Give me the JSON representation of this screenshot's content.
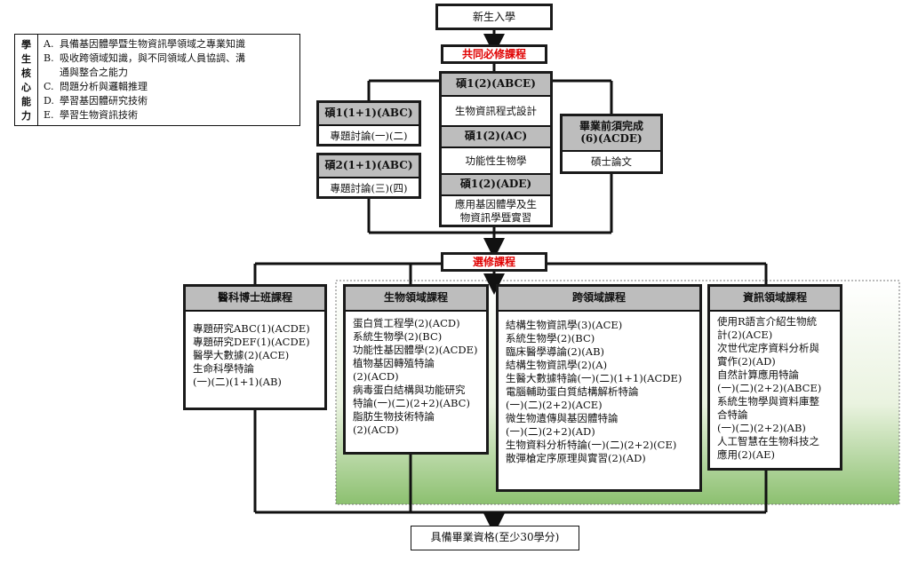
{
  "legend": {
    "side_chars": [
      "學",
      "生",
      "核",
      "心",
      "能",
      "力"
    ],
    "items": [
      {
        "key": "A.",
        "text": "具備基因體學暨生物資訊學領域之專業知識"
      },
      {
        "key": "B.",
        "text": "吸收跨領域知識，與不同領域人員協調、溝"
      },
      {
        "key": "",
        "text": "通與整合之能力"
      },
      {
        "key": "C.",
        "text": "問題分析與邏輯推理"
      },
      {
        "key": "D.",
        "text": "學習基因體研究技術"
      },
      {
        "key": "E.",
        "text": "學習生物資訊技術"
      }
    ]
  },
  "entry": "新生入學",
  "required_label": "共同必修課程",
  "required": {
    "left1": {
      "header": "碩1(1+1)(ABC)",
      "course": "專題討論(一)(二)"
    },
    "left2": {
      "header": "碩2(1+1)(ABC)",
      "course": "專題討論(三)(四)"
    },
    "mid1": {
      "header": "碩1(2)(ABCE)",
      "course": "生物資訊程式設計"
    },
    "mid2": {
      "header": "碩1(2)(AC)",
      "course": "功能性生物學"
    },
    "mid3": {
      "header": "碩1(2)(ADE)",
      "lines": [
        "應用基因體學及生",
        "物資訊學暨實習"
      ]
    },
    "right": {
      "header_lines": [
        "畢業前須完成",
        "(6)(ACDE)"
      ],
      "course": "碩士論文"
    }
  },
  "elective_label": "選修課程",
  "electives": [
    {
      "header": "醫科博士班課程",
      "items": [
        "專題研究ABC(1)(ACDE)",
        "專題研究DEF(1)(ACDE)",
        "醫學大數據(2)(ACE)",
        "生命科學特論",
        "(一)(二)(1+1)(AB)"
      ]
    },
    {
      "header": "生物領域課程",
      "items": [
        "蛋白質工程學(2)(ACD)",
        "系統生物學(2)(BC)",
        "功能性基因體學(2)(ACDE)",
        "植物基因轉殖特論",
        "(2)(ACD)",
        "病毒蛋白結構與功能研究",
        "特論(一)(二)(2+2)(ABC)",
        "脂肪生物技術特論",
        "(2)(ACD)"
      ]
    },
    {
      "header": "跨領域課程",
      "items": [
        "結構生物資訊學(3)(ACE)",
        "系統生物學(2)(BC)",
        "臨床醫學導論(2)(AB)",
        "結構生物資訊學(2)(A)",
        "生醫大數據特論(一)(二)(1+1)(ACDE)",
        "電腦輔助蛋白質結構解析特論",
        "(一)(二)(2+2)(ACE)",
        "微生物遺傳與基因體特論",
        "(一)(二)(2+2)(AD)",
        "生物資料分析特論(一)(二)(2+2)(CE)",
        "散彈槍定序原理與實習(2)(AD)"
      ]
    },
    {
      "header": "資訊領域課程",
      "items": [
        "使用R語言介紹生物統",
        "計(2)(ACE)",
        "次世代定序資料分析與",
        "實作(2)(AD)",
        "自然計算應用特論",
        "(一)(二)(2+2)(ABCE)",
        "系統生物學與資料庫整",
        "合特論",
        "(一)(二)(2+2)(AB)",
        "人工智慧在生物科技之",
        "應用(2)(AE)"
      ]
    }
  ],
  "exit": "具備畢業資格(至少30學分)"
}
